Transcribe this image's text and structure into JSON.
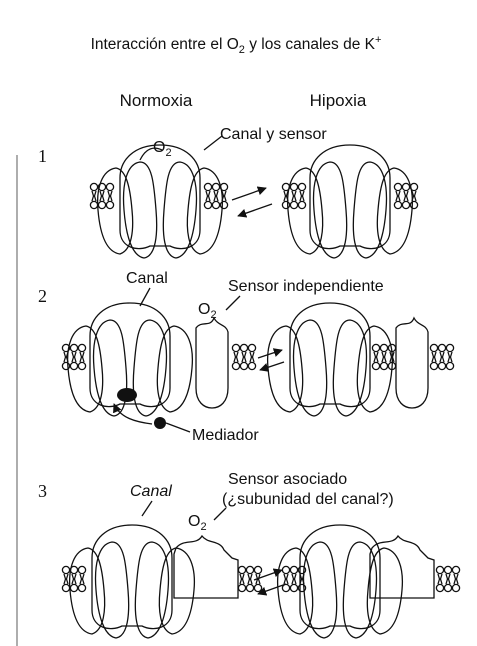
{
  "title_prefix": "Interacción entre el O",
  "title_sub": "2",
  "title_mid": " y los canales de K",
  "title_sup": "+",
  "col_normoxia": "Normoxia",
  "col_hipoxia": "Hipoxia",
  "panels": [
    {
      "number": "1",
      "o2": "O",
      "o2_sub": "2",
      "label": "Canal y sensor"
    },
    {
      "number": "2",
      "canal_label": "Canal",
      "o2": "O",
      "o2_sub": "2",
      "sensor_label": "Sensor independiente",
      "mediator_label": "Mediador"
    },
    {
      "number": "3",
      "canal_label": "Canal",
      "o2": "O",
      "o2_sub": "2",
      "sensor_label_line1": "Sensor asociado",
      "sensor_label_line2": "(¿subunidad del canal?)"
    }
  ]
}
